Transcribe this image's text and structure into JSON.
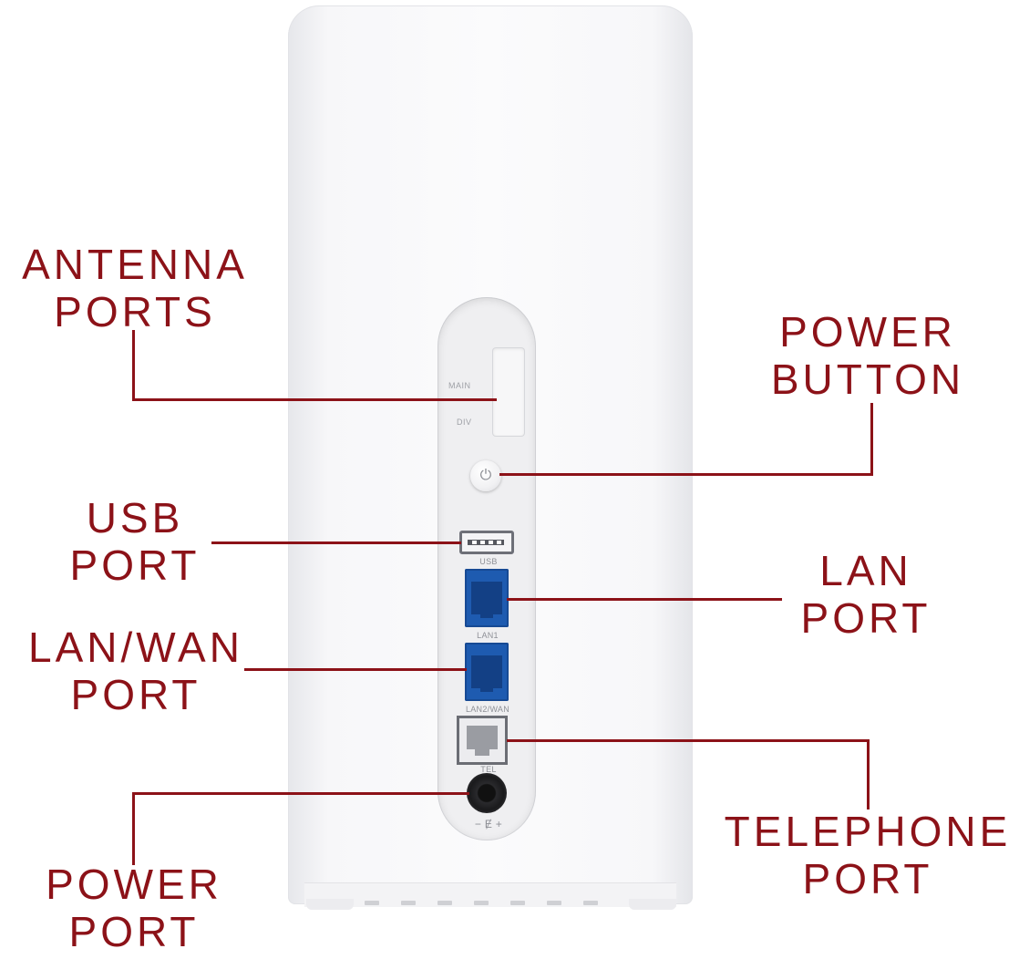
{
  "callouts": {
    "antenna": {
      "line1": "ANTENNA",
      "line2": "PORTS"
    },
    "power_button": {
      "line1": "POWER",
      "line2": "BUTTON"
    },
    "usb": {
      "line1": "USB",
      "line2": "PORT"
    },
    "lan": {
      "line1": "LAN",
      "line2": "PORT"
    },
    "lan_wan": {
      "line1": "LAN/WAN",
      "line2": "PORT"
    },
    "telephone": {
      "line1": "TELEPHONE",
      "line2": "PORT"
    },
    "power_port": {
      "line1": "POWER",
      "line2": "PORT"
    }
  },
  "device_labels": {
    "main": "MAIN",
    "div": "DIV",
    "usb": "USB",
    "lan1": "LAN1",
    "lan2_wan": "LAN2/WAN",
    "tel": "TEL",
    "dc_symbol": "− Ɇ +"
  },
  "colors": {
    "callout": "#8c1218",
    "lan_port": "#1e5bb0",
    "device_body": "#f7f7f9"
  },
  "icons": {
    "power_button": "power-icon"
  }
}
